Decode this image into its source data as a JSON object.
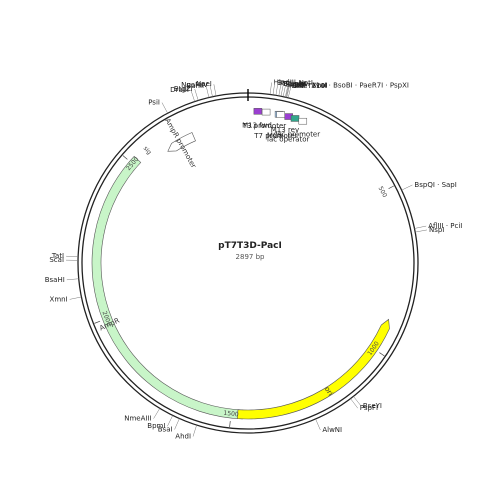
{
  "plasmid": {
    "name": "pT7T3D-PacI",
    "length_label": "2897 bp",
    "length": 2897
  },
  "colors": {
    "ampr": "#c8f5c8",
    "ori": "#ffff00",
    "m13_fwd": "#d9a6f5",
    "mcs": "#a9cdf2",
    "promoter": "#ffffff",
    "lac_operator": "#33a68c",
    "purple_arrow": "#9b3fd1",
    "backbone": "#222222"
  },
  "features": [
    {
      "id": "ampr",
      "label": "AmpR",
      "start": 1440,
      "end": 2520,
      "color_key": "ampr",
      "direction": "reverse",
      "ring": 0
    },
    {
      "id": "ampr-promoter",
      "label": "AmpR promoter",
      "start": 2610,
      "end": 2710,
      "color_key": "promoter",
      "direction": "reverse",
      "ring": 1
    },
    {
      "id": "ori",
      "label": "ori",
      "start": 900,
      "end": 1480,
      "color_key": "ori",
      "direction": "reverse",
      "ring": 0
    }
  ],
  "small_features": [
    {
      "id": "m13-rev",
      "label": "M13 rev",
      "pos": 125
    },
    {
      "id": "lac-operator",
      "label": "lac operator",
      "pos": 145
    },
    {
      "id": "lac-promoter",
      "label": "lac promoter",
      "pos": 170
    },
    {
      "id": "mcs",
      "label": "MCS",
      "pos": 95
    },
    {
      "id": "t3-promoter",
      "label": "T3 promoter",
      "pos": 55
    },
    {
      "id": "t7-promoter",
      "label": "T7 promoter",
      "pos": 100
    },
    {
      "id": "m13-fwd",
      "label": "M13 fwd",
      "pos": 30
    }
  ],
  "sites": [
    {
      "label": "NaeI",
      "pos": 2810
    },
    {
      "label": "NgoMIV",
      "pos": 2800
    },
    {
      "label": "BanII",
      "pos": 2790
    },
    {
      "label": "BtgZI",
      "pos": 2760
    },
    {
      "label": "DraIII",
      "pos": 2750
    },
    {
      "label": "PsiI",
      "pos": 2670
    },
    {
      "label": "HindIII",
      "pos": 60
    },
    {
      "label": "EagI · NotI",
      "pos": 68
    },
    {
      "label": "PacI",
      "pos": 76
    },
    {
      "label": "BamHI",
      "pos": 84
    },
    {
      "label": "SnaBI",
      "pos": 90
    },
    {
      "label": "EcoRI",
      "pos": 96
    },
    {
      "label": "AbsI · AvaI · BsoBI · PaeR7I · PspXI",
      "pos": 102
    },
    {
      "label": "BmeT110I",
      "pos": 106
    },
    {
      "label": "SfiI",
      "pos": 110
    },
    {
      "label": "· TliI · XhoI",
      "pos": 104
    },
    {
      "label": "BspQI · SapI",
      "pos": 520
    },
    {
      "label": "AflIII · PciI",
      "pos": 630
    },
    {
      "label": "NspI",
      "pos": 640
    },
    {
      "label": "BseYI",
      "pos": 1140
    },
    {
      "label": "PspFI",
      "pos": 1150
    },
    {
      "label": "AlwNI",
      "pos": 1260
    },
    {
      "label": "AhdI",
      "pos": 1590
    },
    {
      "label": "BsaI",
      "pos": 1640
    },
    {
      "label": "BpmI",
      "pos": 1660
    },
    {
      "label": "NmeAIII",
      "pos": 1700
    },
    {
      "label": "XmnI",
      "pos": 2080
    },
    {
      "label": "BsaHI",
      "pos": 2130
    },
    {
      "label": "ScaI",
      "pos": 2180
    },
    {
      "label": "TatI",
      "pos": 2190
    }
  ],
  "ticks": [
    {
      "label": "500",
      "pos": 500
    },
    {
      "label": "1000",
      "pos": 1000
    },
    {
      "label": "1500",
      "pos": 1500
    },
    {
      "label": "2000",
      "pos": 2000
    },
    {
      "label": "2500",
      "pos": 2500
    }
  ],
  "feature_tags": {
    "sig": "sig"
  }
}
